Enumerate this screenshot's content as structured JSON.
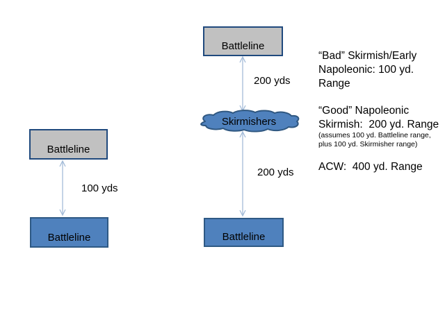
{
  "slide": {
    "background": "#ffffff"
  },
  "colors": {
    "gray_box_fill": "#c1c1c1",
    "gray_box_border": "#1f497d",
    "blue_box_fill": "#4f81bd",
    "blue_box_border": "#2e5984",
    "cloud_fill": "#4f81bd",
    "cloud_border": "#2f5780",
    "arrow": "#a3bbd8",
    "text": "#000000"
  },
  "left_diagram": {
    "top_box_label": "Battleline",
    "arrow_label": "100 yds",
    "bottom_box_label": "Battleline"
  },
  "middle_diagram": {
    "top_box_label": "Battleline",
    "upper_arrow_label": "200 yds",
    "cloud_label": "Skirmishers",
    "lower_arrow_label": "200 yds",
    "bottom_box_label": "Battleline"
  },
  "notes": {
    "bad_skirmish": "“Bad” Skirmish/Early\nNapoleonic: 100 yd.\nRange",
    "good_skirmish": "“Good” Napoleonic\nSkirmish:  200 yd. Range",
    "good_skirmish_note": "(assumes 100 yd. Battleline range,\nplus 100 yd. Skirmisher range)",
    "acw": "ACW:  400 yd. Range"
  }
}
